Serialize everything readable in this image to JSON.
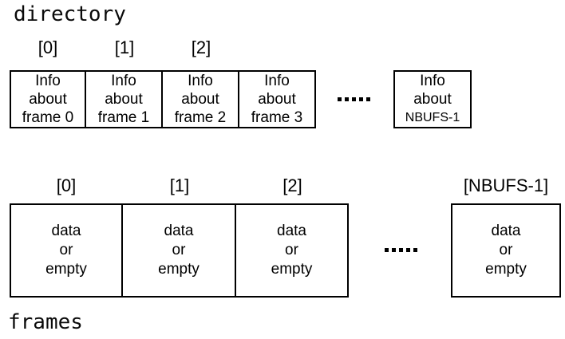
{
  "colors": {
    "background": "#ffffff",
    "border": "#000000",
    "text": "#000000"
  },
  "directory_section": {
    "label": "directory",
    "indices": [
      "[0]",
      "[1]",
      "[2]"
    ],
    "cells": [
      [
        "Info",
        "about",
        "frame 0"
      ],
      [
        "Info",
        "about",
        "frame 1"
      ],
      [
        "Info",
        "about",
        "frame 2"
      ],
      [
        "Info",
        "about",
        "frame 3"
      ]
    ],
    "tail_cell": [
      "Info",
      "about",
      "NBUFS-1"
    ]
  },
  "frames_section": {
    "label": "frames",
    "indices": [
      "[0]",
      "[1]",
      "[2]"
    ],
    "tail_index": "[NBUFS-1]",
    "cells": [
      [
        "data",
        "or",
        "empty"
      ],
      [
        "data",
        "or",
        "empty"
      ],
      [
        "data",
        "or",
        "empty"
      ]
    ],
    "tail_cell": [
      "data",
      "or",
      "empty"
    ]
  },
  "ellipsis": {
    "glyph": "square-dot",
    "count": 5
  }
}
